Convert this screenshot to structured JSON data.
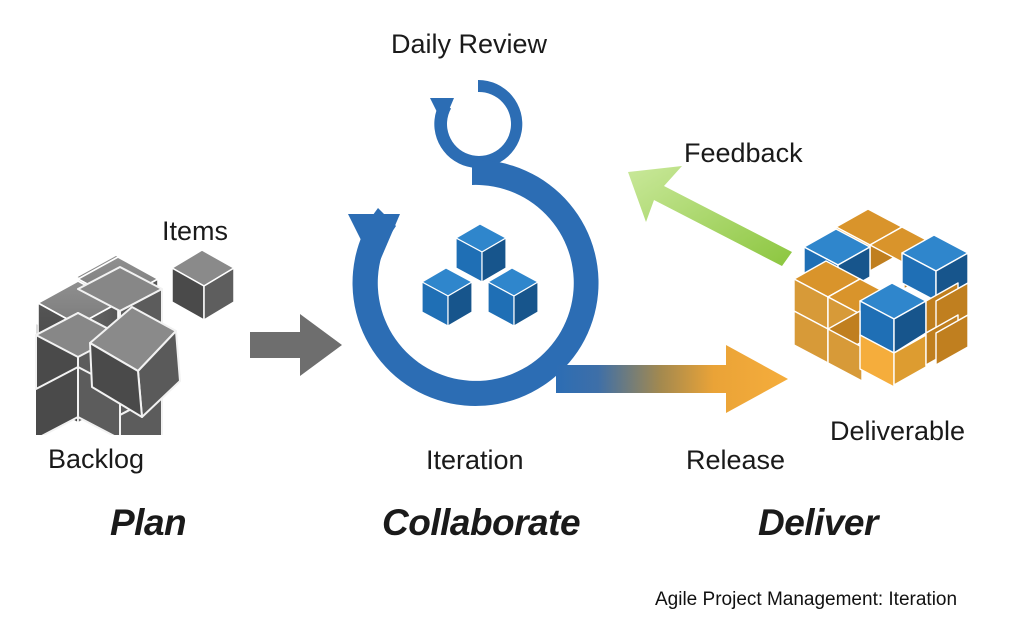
{
  "diagram": {
    "title": "Agile Project Management: Iteration",
    "background_color": "#ffffff",
    "caption": "Agile Project Management: Iteration"
  },
  "labels": {
    "daily_review": "Daily Review",
    "items": "Items",
    "backlog": "Backlog",
    "iteration": "Iteration",
    "feedback": "Feedback",
    "release": "Release",
    "deliverable": "Deliverable"
  },
  "stages": [
    {
      "name": "plan",
      "label": "Plan"
    },
    {
      "name": "collaborate",
      "label": "Collaborate"
    },
    {
      "name": "deliver",
      "label": "Deliver"
    }
  ],
  "colors": {
    "backlog_cube_dark": "#4d4d4d",
    "backlog_cube_top": "#8a8a8a",
    "backlog_cube_side": "#5f5f5f",
    "grey_arrow": "#6e6e6e",
    "iteration_blue": "#2c6db4",
    "cube_blue_front": "#1f6fb5",
    "cube_blue_top": "#2f86cc",
    "cube_blue_side": "#17558c",
    "deliverable_orange_front": "#f5ad3c",
    "deliverable_orange_top": "#d9942b",
    "deliverable_orange_side": "#c07f1f",
    "feedback_green_light": "#b7e07a",
    "feedback_green_dark": "#8cc63f",
    "release_gradient_start": "#2c6db4",
    "release_gradient_end": "#f5ad3c",
    "text": "#1a1a1a"
  },
  "flow": [
    {
      "from": "Backlog",
      "to": "Iteration",
      "label": "",
      "arrow": "grey"
    },
    {
      "from": "Iteration",
      "to": "Deliverable",
      "label": "Release",
      "arrow": "blue-to-orange"
    },
    {
      "from": "Deliverable",
      "to": "Iteration",
      "label": "Feedback",
      "arrow": "green"
    }
  ]
}
